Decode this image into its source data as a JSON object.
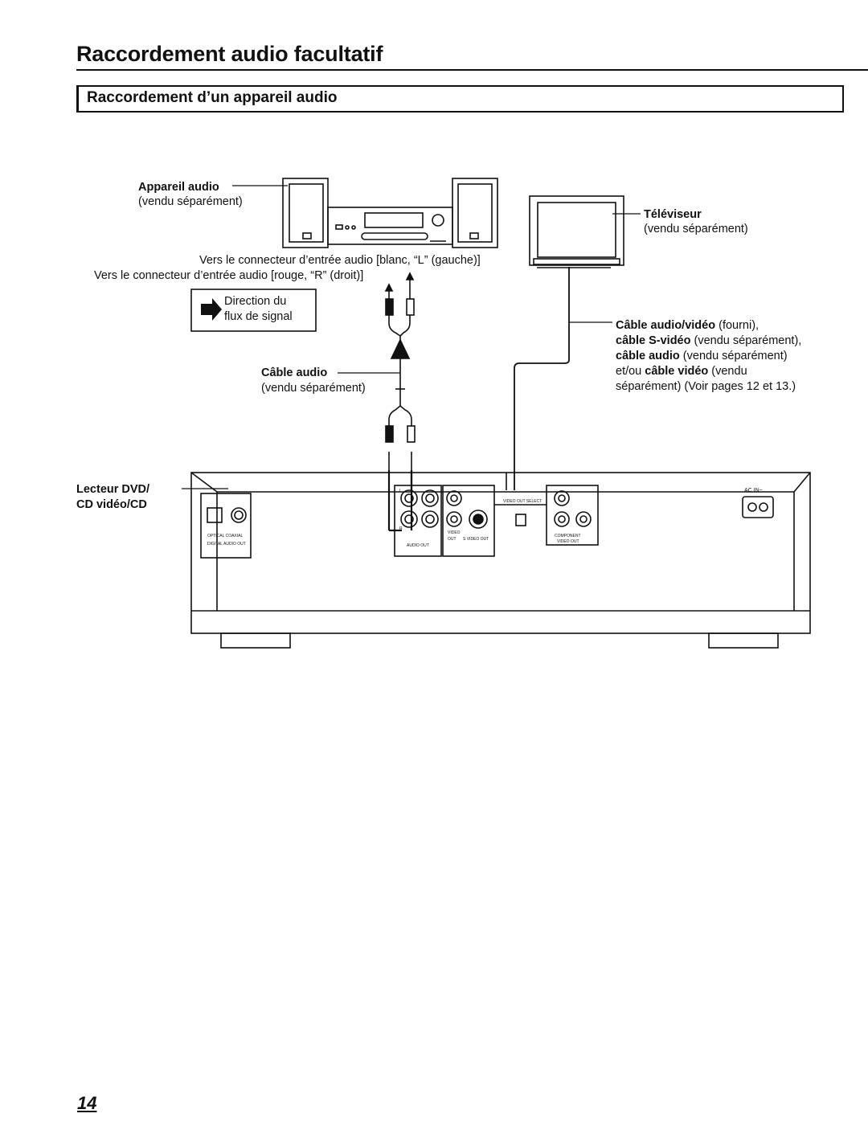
{
  "page": {
    "title": "Raccordement audio facultatif",
    "section_title": "Raccordement d’un appareil audio",
    "page_number": "14"
  },
  "labels": {
    "audio_device": "Appareil audio",
    "audio_device_sub": "(vendu séparément)",
    "tv": "Téléviseur",
    "tv_sub": "(vendu séparément)",
    "to_input_white": "Vers le connecteur d’entrée audio [blanc, “L” (gauche)]",
    "to_input_red": "Vers le connecteur d’entrée audio [rouge, “R” (droit)]",
    "signal_direction_1": "Direction du",
    "signal_direction_2": "flux de signal",
    "audio_cable": "Câble audio",
    "audio_cable_sub": "(vendu séparément)",
    "av_cable_1_bold": "Câble audio/vidéo",
    "av_cable_1_rest": " (fourni),",
    "av_cable_2_bold": "câble S-vidéo",
    "av_cable_2_rest": " (vendu séparément),",
    "av_cable_3_bold": "câble audio",
    "av_cable_3_rest": " (vendu séparément)",
    "av_cable_4_pre": "et/ou ",
    "av_cable_4_bold": "câble vidéo",
    "av_cable_4_rest": " (vendu",
    "av_cable_5": "séparément) (Voir pages 12 et 13.)",
    "dvd_player_1": "Lecteur DVD/",
    "dvd_player_2": "CD vidéo/CD"
  },
  "panel_labels": {
    "ac_in": "AC IN~",
    "audio_out": "AUDIO OUT",
    "video_out": "VIDEO OUT",
    "s_video_out": "S VIDEO OUT",
    "video_out_select": "VIDEO OUT SELECT",
    "component": "COMPONENT",
    "component_video_out": "VIDEO OUT",
    "l": "L",
    "r": "R"
  },
  "icons": [
    "arrow-right-icon",
    "speaker-icon",
    "stereo-receiver-icon",
    "tv-icon",
    "rca-plug-icon",
    "dvd-player-icon"
  ]
}
